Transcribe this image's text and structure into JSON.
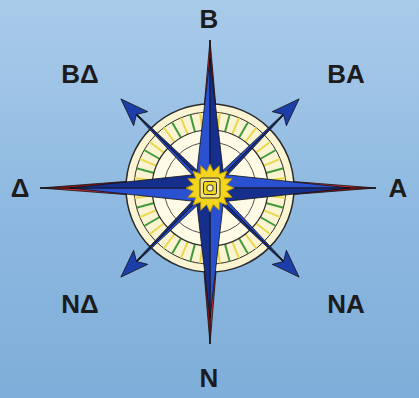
{
  "diagram": {
    "labels": [
      "Β",
      "ΒΔ",
      "ΒΑ",
      "Δ",
      "Α",
      "ΝΔ",
      "ΝΑ",
      "Ν"
    ]
  }
}
